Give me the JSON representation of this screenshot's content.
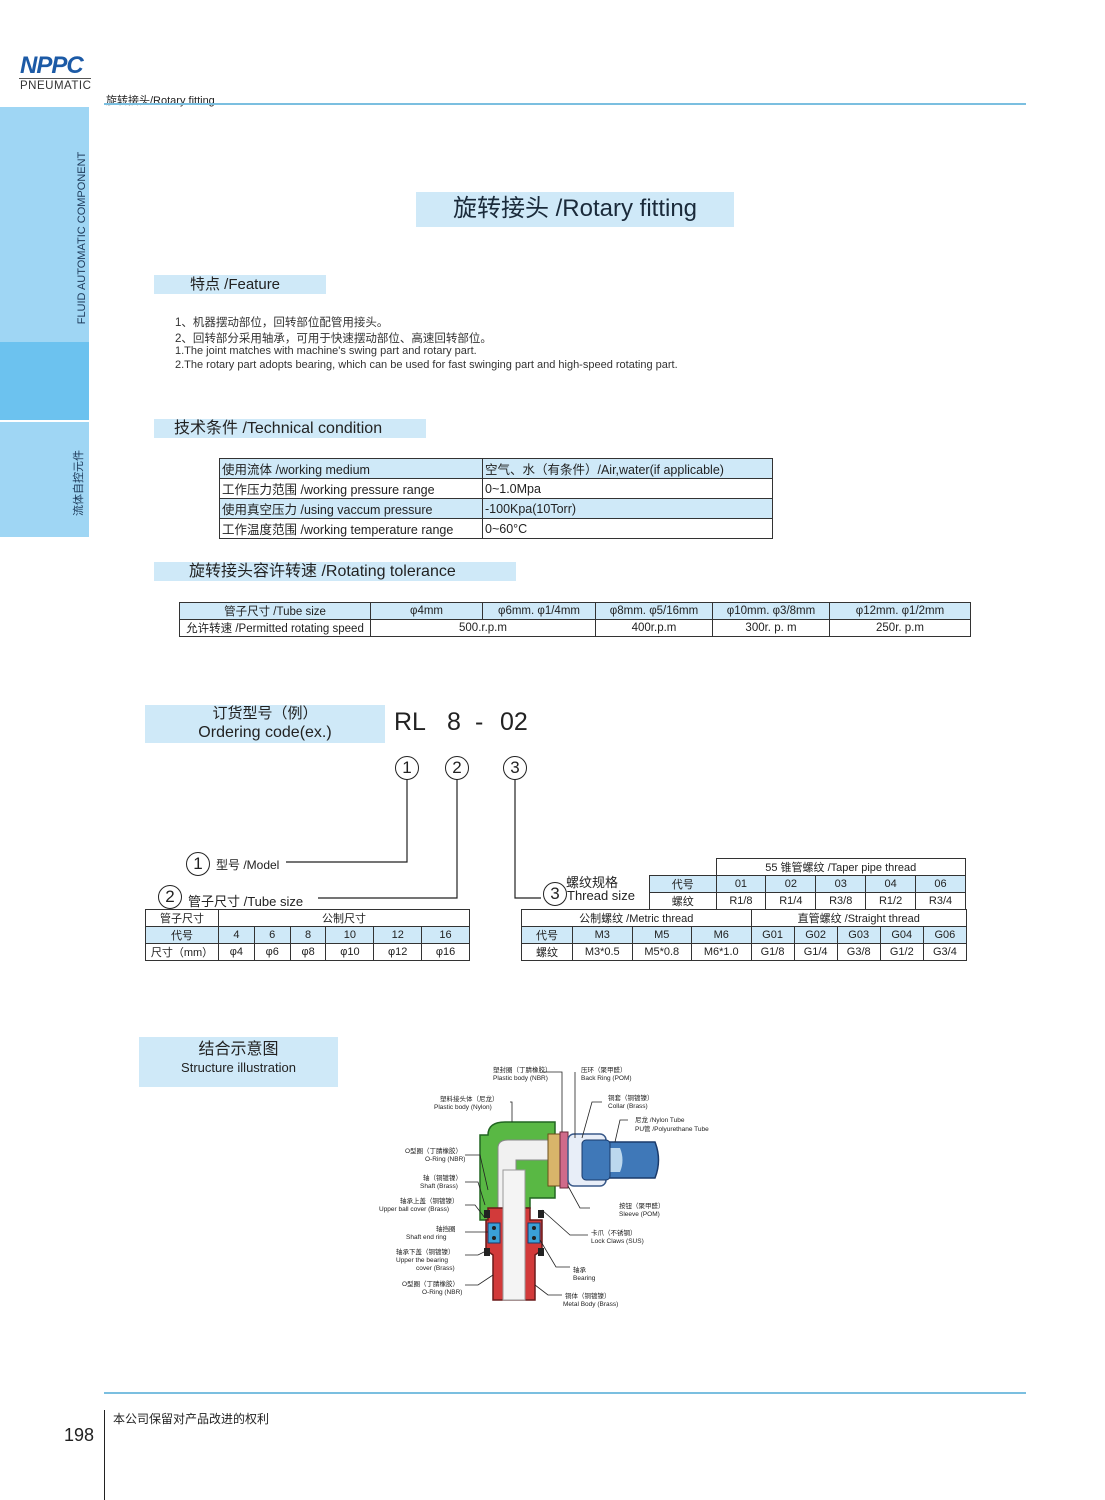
{
  "brand": {
    "logo": "NPPC",
    "sub": "PNEUMATIC"
  },
  "sidebar": {
    "en": "FLUID AUTOMATIC COMPONENT",
    "cn": "流体自控元件"
  },
  "breadcrumb": "旋转接头/Rotary fitting",
  "title": "旋转接头 /Rotary fitting",
  "feature": {
    "heading": "特点 /Feature",
    "lines": [
      "1、机器摆动部位，回转部位配管用接头。",
      "2、回转部分采用轴承，可用于快速摆动部位、高速回转部位。",
      "1.The joint matches with machine's swing part and rotary part.",
      "2.The rotary part adopts bearing, which can be used for fast swinging part and high-speed rotating part."
    ]
  },
  "technical": {
    "heading": "技术条件 /Technical condition",
    "rows": [
      [
        "使用流体 /working medium",
        "空气、水（有条件）/Air,water(if applicable)"
      ],
      [
        "工作压力范围 /working pressure range",
        "0~1.0Mpa"
      ],
      [
        "使用真空压力 /using vaccum pressure",
        "-100Kpa(10Torr)"
      ],
      [
        "工作温度范围 /working temperature range",
        "0~60°C"
      ]
    ]
  },
  "rotating": {
    "heading": "旋转接头容许转速 /Rotating tolerance",
    "header": [
      "管子尺寸 /Tube size",
      "φ4mm",
      "φ6mm. φ1/4mm",
      "φ8mm. φ5/16mm",
      "φ10mm. φ3/8mm",
      "φ12mm. φ1/2mm"
    ],
    "speed_label": "允许转速 /Permitted rotating speed",
    "speeds": [
      "500.r.p.m",
      "400r.p.m",
      "300r. p. m",
      "250r. p.m"
    ]
  },
  "ordering": {
    "heading_cn": "订货型号（例）",
    "heading_en": "Ordering code(ex.)",
    "code": {
      "model": "RL",
      "size": "8",
      "dash": "-",
      "thread": "02"
    },
    "nums": [
      "1",
      "2",
      "3"
    ],
    "label1": "型号 /Model",
    "label2": "管子尺寸 /Tube size",
    "label3_cn": "螺纹规格",
    "label3_en": "Thread size",
    "tube_table": {
      "title": "管子尺寸",
      "metric": "公制尺寸",
      "code_label": "代号",
      "size_label": "尺寸（mm）",
      "codes": [
        "4",
        "6",
        "8",
        "10",
        "12",
        "16"
      ],
      "sizes": [
        "φ4",
        "φ6",
        "φ8",
        "φ10",
        "φ12",
        "φ16"
      ]
    },
    "taper_table": {
      "title": "55 锥管螺纹 /Taper pipe thread",
      "code_label": "代号",
      "thread_label": "螺纹",
      "codes": [
        "01",
        "02",
        "03",
        "04",
        "06"
      ],
      "threads": [
        "R1/8",
        "R1/4",
        "R3/8",
        "R1/2",
        "R3/4"
      ]
    },
    "thread_table": {
      "metric_title": "公制螺纹 /Metric thread",
      "straight_title": "直管螺纹 /Straight thread",
      "code_label": "代号",
      "thread_label": "螺纹",
      "codes": [
        "M3",
        "M5",
        "M6",
        "G01",
        "G02",
        "G03",
        "G04",
        "G06"
      ],
      "threads": [
        "M3*0.5",
        "M5*0.8",
        "M6*1.0",
        "G1/8",
        "G1/4",
        "G3/8",
        "G1/2",
        "G3/4"
      ]
    }
  },
  "structure": {
    "heading_cn": "结合示意图",
    "heading_en": "Structure illustration",
    "labels": {
      "plastic_nbr": [
        "塑封圈（丁腈橡胶）",
        "Plastic body (NBR)"
      ],
      "plastic_nylon": [
        "塑料接头体（尼龙）",
        "Plastic body (Nylon)"
      ],
      "oring_top": [
        "O型圈（丁腈橡胶）",
        "O-Ring (NBR)"
      ],
      "shaft": [
        "轴（铜镀镍）",
        "Shaft (Brass)"
      ],
      "upper_ball": [
        "轴承上盖（铜镀镍）",
        "Upper ball cover (Brass)"
      ],
      "shaft_end": [
        "轴挡圈",
        "Shaft end ring"
      ],
      "upper_bearing": [
        "轴承下盖（铜镀镍）",
        "Upper the bearing",
        "cover (Brass)"
      ],
      "oring_bottom": [
        "O型圈（丁腈橡胶）",
        "O-Ring (NBR)"
      ],
      "back_ring": [
        "压环（聚甲醛）",
        "Back Ring (POM)"
      ],
      "collar": [
        "铜套（铜镀镍）",
        "Collar (Brass)"
      ],
      "tube": [
        "尼龙 /Nylon Tube",
        "PU管 /Polyurethane Tube"
      ],
      "sleeve": [
        "按钮（聚甲醛）",
        "Sleeve (POM)"
      ],
      "lock": [
        "卡爪（不锈钢）",
        "Lock Claws (SUS)"
      ],
      "bearing": [
        "轴承",
        "Bearing"
      ],
      "metal_body": [
        "铜体（铜镀镍）",
        "Metal Body (Brass)"
      ]
    }
  },
  "footer": {
    "page": "198",
    "note": "本公司保留对产品改进的权利"
  }
}
